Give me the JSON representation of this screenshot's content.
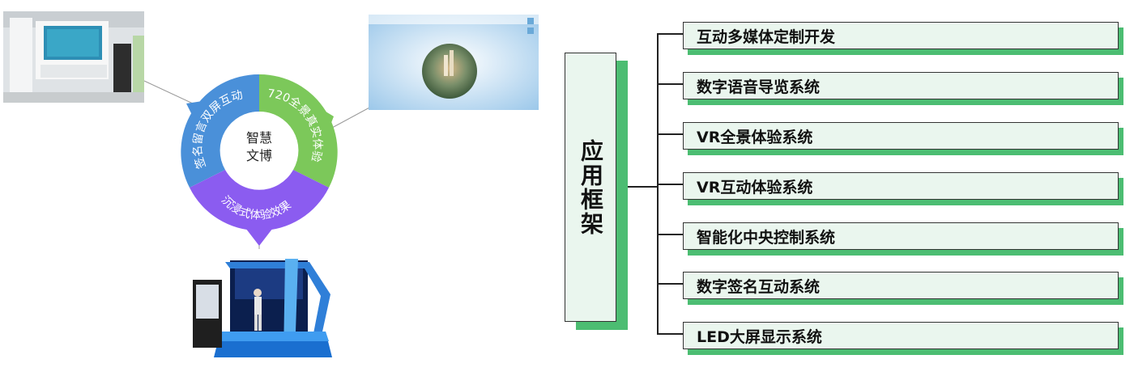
{
  "diagram": {
    "center": {
      "line1": "智慧",
      "line2": "文博"
    },
    "segments": [
      {
        "label": "签名留言双屏互动",
        "color": "#4a90d9"
      },
      {
        "label": "720全景真实体验",
        "color": "#7cc85a"
      },
      {
        "label": "沉浸式体验效果",
        "color": "#8b5cf0"
      }
    ]
  },
  "framework": {
    "title": "应用框架",
    "items": [
      "互动多媒体定制开发",
      "数字语音导览系统",
      "VR全景体验系统",
      "VR互动体验系统",
      "智能化中央控制系统",
      "数字签名互动系统",
      "LED大屏显示系统"
    ]
  },
  "colors": {
    "accent_green": "#4cbd72",
    "box_fill": "#eaf6ee"
  }
}
